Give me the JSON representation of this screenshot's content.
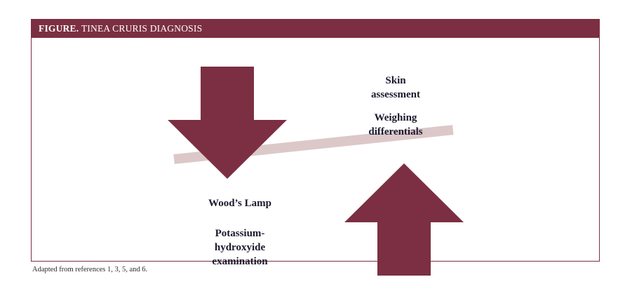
{
  "figure": {
    "title_prefix": "FIGURE.",
    "title_main": "TINEA CRURIS DIAGNOSIS",
    "caption": "Adapted from references 1, 3, 5, and 6.",
    "colors": {
      "maroon": "#7c2f42",
      "beam": "#dcc8c8",
      "text": "#1a1a2e",
      "frame": "#7c2f42",
      "title_text": "#ffffff",
      "background": "#ffffff"
    },
    "diagram": {
      "type": "balance-scale",
      "down_arrow_label": "down-arrow",
      "up_arrow_label": "up-arrow",
      "beam_label": "balance-beam"
    },
    "labels": {
      "skin_assessment": "Skin\nassessment",
      "weighing_differentials": "Weighing\ndifferentials",
      "woods_lamp": "Wood’s Lamp",
      "koh_examination": "Potassium-\nhydroxyide\nexamination"
    }
  }
}
